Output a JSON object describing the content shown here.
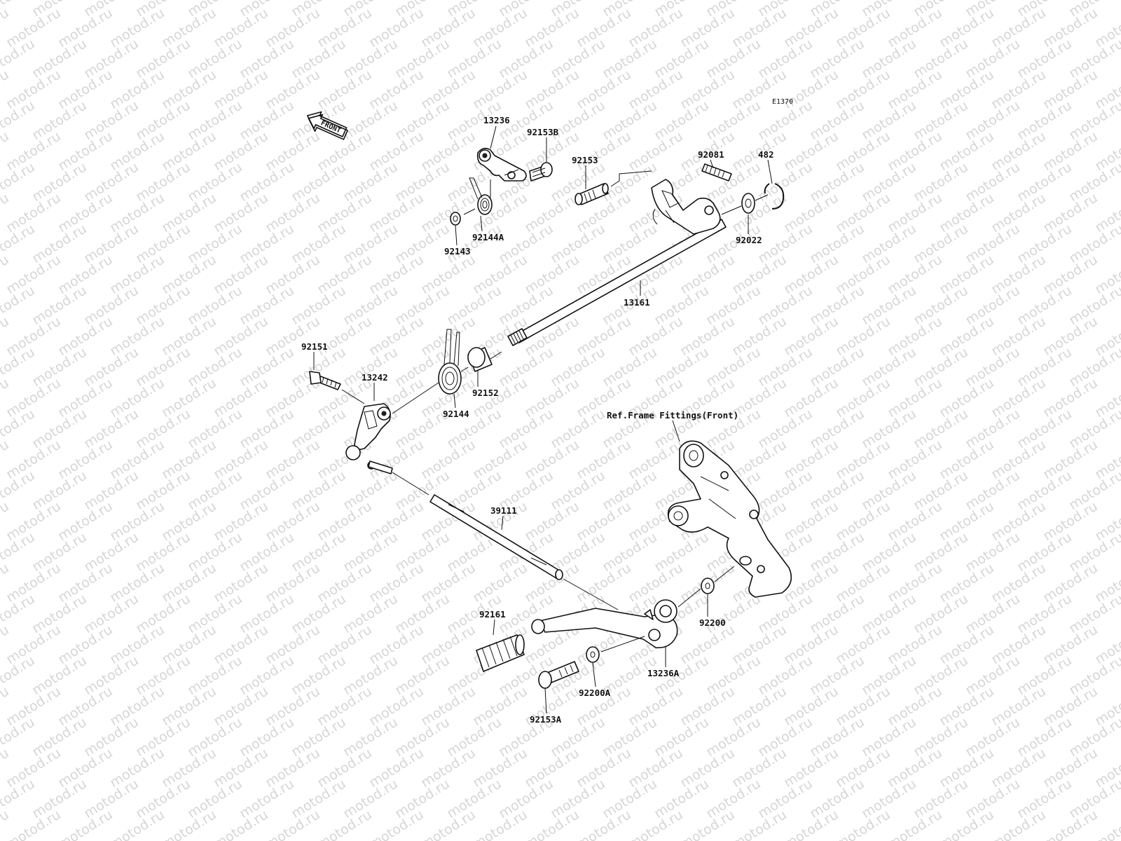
{
  "watermark": "motod.ru",
  "diagram_code": "E1370",
  "front_arrow_label": "FRONT",
  "ref_note": "Ref.Frame Fittings(Front)",
  "labels": {
    "p13236": "13236",
    "p92153B": "92153B",
    "p92081": "92081",
    "p482": "482",
    "p92153": "92153",
    "p92022": "92022",
    "p92144A": "92144A",
    "p92143": "92143",
    "p13161": "13161",
    "p92151": "92151",
    "p13242": "13242",
    "p92152": "92152",
    "p92144": "92144",
    "p39111": "39111",
    "p92161": "92161",
    "p92200": "92200",
    "p13236A": "13236A",
    "p92200A": "92200A",
    "p92153A": "92153A"
  }
}
